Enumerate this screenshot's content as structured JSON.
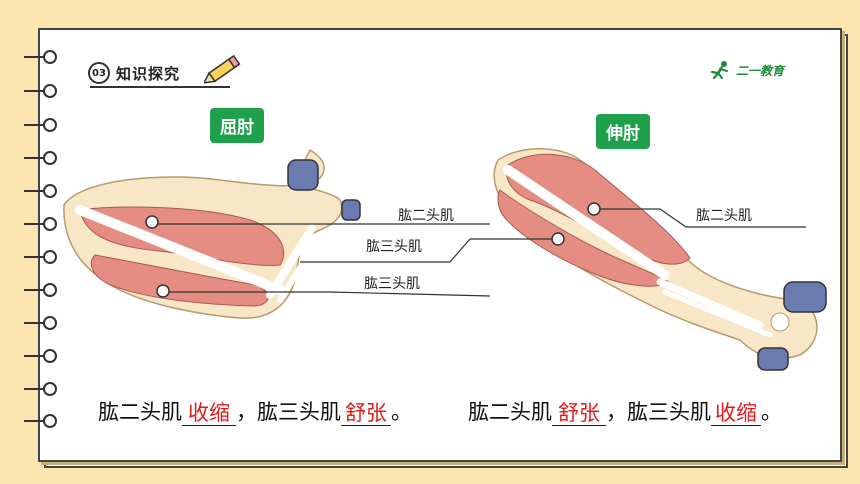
{
  "section": {
    "number": "03",
    "title": "知识探究"
  },
  "logo": {
    "text": "二一教育"
  },
  "left_panel": {
    "tag": "屈肘",
    "labels": [
      "肱二头肌",
      "肱三头肌",
      "肱三头肌"
    ]
  },
  "right_panel": {
    "tag": "伸肘",
    "labels": [
      "肱二头肌",
      "肱三头肌"
    ]
  },
  "sentence_left": {
    "part1": "肱二头肌",
    "answer1": "收缩",
    "part2": "，肱三头肌",
    "answer2": "舒张",
    "end": "。"
  },
  "sentence_right": {
    "part1": "肱二头肌",
    "answer1": "舒张",
    "part2": "，肱三头肌",
    "answer2": "收缩",
    "end": "。"
  },
  "colors": {
    "accent": "#1fa04a",
    "answer": "#e31a1a",
    "background": "#fbe6b2",
    "muscle": "#e58d82",
    "skin": "#f7e7c6",
    "dumbbell": "#6a7bb0"
  }
}
